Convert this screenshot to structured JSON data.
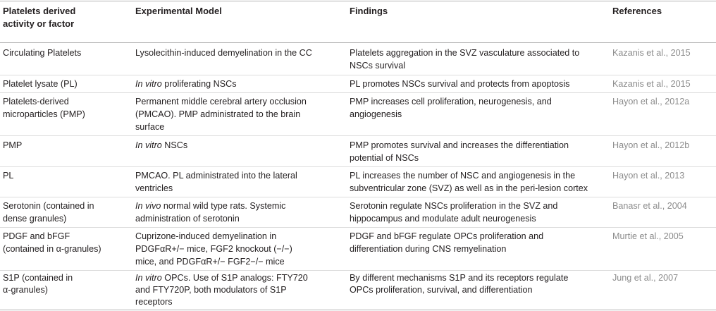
{
  "headers": {
    "col1_line1": "Platelets derived",
    "col1_line2": "activity or factor",
    "col2": "Experimental Model",
    "col3": "Findings",
    "col4": "References"
  },
  "rows": [
    {
      "factor": [
        "Circulating Platelets"
      ],
      "model": [
        "Lysolecithin-induced demyelination in the CC"
      ],
      "findings": [
        "Platelets aggregation in the SVZ vasculature associated to",
        "NSCs survival"
      ],
      "reference": "Kazanis et al., 2015"
    },
    {
      "factor": [
        "Platelet lysate (PL)"
      ],
      "model_italic": "In vitro",
      "model": [
        " proliferating NSCs"
      ],
      "findings": [
        "PL promotes NSCs survival and protects from apoptosis"
      ],
      "reference": "Kazanis et al., 2015"
    },
    {
      "factor": [
        "Platelets-derived",
        "microparticles (PMP)"
      ],
      "model": [
        "Permanent middle cerebral artery occlusion",
        "(PMCAO). PMP administrated to the brain",
        "surface"
      ],
      "findings": [
        "PMP increases cell proliferation, neurogenesis, and",
        "angiogenesis"
      ],
      "reference": "Hayon et al., 2012a"
    },
    {
      "factor": [
        "PMP"
      ],
      "model_italic": "In vitro",
      "model": [
        " NSCs"
      ],
      "findings": [
        "PMP promotes survival and increases the differentiation",
        "potential of NSCs"
      ],
      "reference": "Hayon et al., 2012b"
    },
    {
      "factor": [
        "PL"
      ],
      "model": [
        "PMCAO. PL administrated into the lateral",
        "ventricles"
      ],
      "findings": [
        "PL increases the number of NSC and angiogenesis in the",
        "subventricular zone (SVZ) as well as in the peri-lesion cortex"
      ],
      "reference": "Hayon et al., 2013"
    },
    {
      "factor": [
        "Serotonin (contained in",
        "dense granules)"
      ],
      "model_italic": "In vivo",
      "model": [
        " normal wild type rats. Systemic",
        "administration of serotonin"
      ],
      "findings": [
        "Serotonin regulate NSCs proliferation in the SVZ and",
        "hippocampus and modulate adult neurogenesis"
      ],
      "reference": "Banasr et al., 2004"
    },
    {
      "factor": [
        "PDGF and bFGF",
        "(contained in α-granules)"
      ],
      "model": [
        "Cuprizone-induced demyelination in",
        "PDGFαR+/− mice, FGF2 knockout (−/−)",
        "mice, and PDGFαR+/− FGF2−/− mice"
      ],
      "findings": [
        "PDGF and bFGF regulate OPCs proliferation and",
        "differentiation during CNS remyelination"
      ],
      "reference": "Murtie et al., 2005"
    },
    {
      "factor": [
        "S1P (contained in",
        "α-granules)"
      ],
      "model_italic": "In vitro",
      "model": [
        " OPCs. Use of S1P analogs: FTY720",
        "and FTY720P, both modulators of S1P",
        "receptors"
      ],
      "findings": [
        "By different mechanisms S1P and its receptors regulate",
        "OPCs proliferation, survival, and differentiation"
      ],
      "reference": "Jung et al., 2007"
    }
  ]
}
